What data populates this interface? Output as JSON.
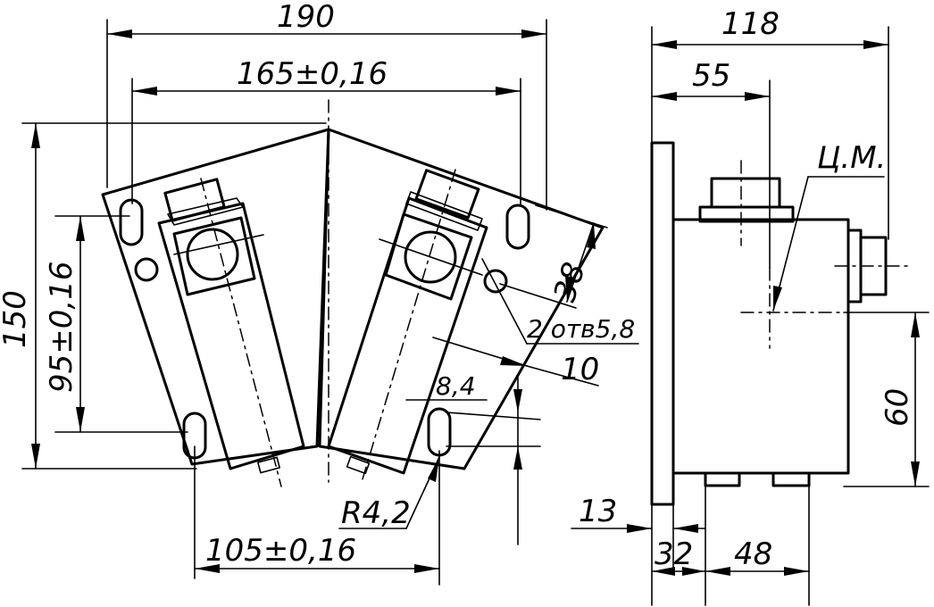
{
  "dimensions": {
    "top_width": "190",
    "hole_spacing_top": "165±0,16",
    "overall_height": "150",
    "hole_spacing_vertical": "95±0,16",
    "hole_spacing_bottom": "105±0,16",
    "side_depth": "118",
    "center_mass_offset": "55",
    "center_mass_label": "Ц.М.",
    "slot_length": "38",
    "holes_callout": "2 отв5,8",
    "edge_offset": "10",
    "slot_width": "8,4",
    "radius": "R4,2",
    "center_mass_height": "60",
    "flange_thickness": "13",
    "base_offset": "32",
    "terminal_offset": "48"
  }
}
